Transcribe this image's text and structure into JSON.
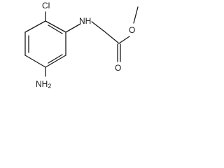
{
  "molecule": {
    "atoms": {
      "cl": "Cl",
      "nh": "NH",
      "o_ether": "O",
      "o_carbonyl": "O",
      "amine": "NH",
      "amine_subscript": "2"
    }
  },
  "colors": {
    "bond": "#1a1a1a",
    "label": "#1a1a1a",
    "background": "#ffffff"
  }
}
